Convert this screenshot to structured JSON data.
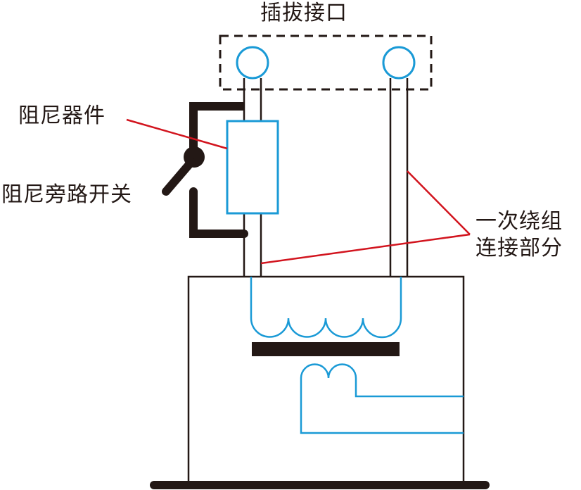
{
  "labels": {
    "plug_interface": "插拔接口",
    "damping_device": "阻尼器件",
    "damping_bypass_switch": "阻尼旁路开关",
    "primary_winding_line1": "一次绕组",
    "primary_winding_line2": "连接部分"
  },
  "colors": {
    "ink": "#231815",
    "component_blue": "#1a9ad6",
    "leader_red": "#d2141e"
  }
}
